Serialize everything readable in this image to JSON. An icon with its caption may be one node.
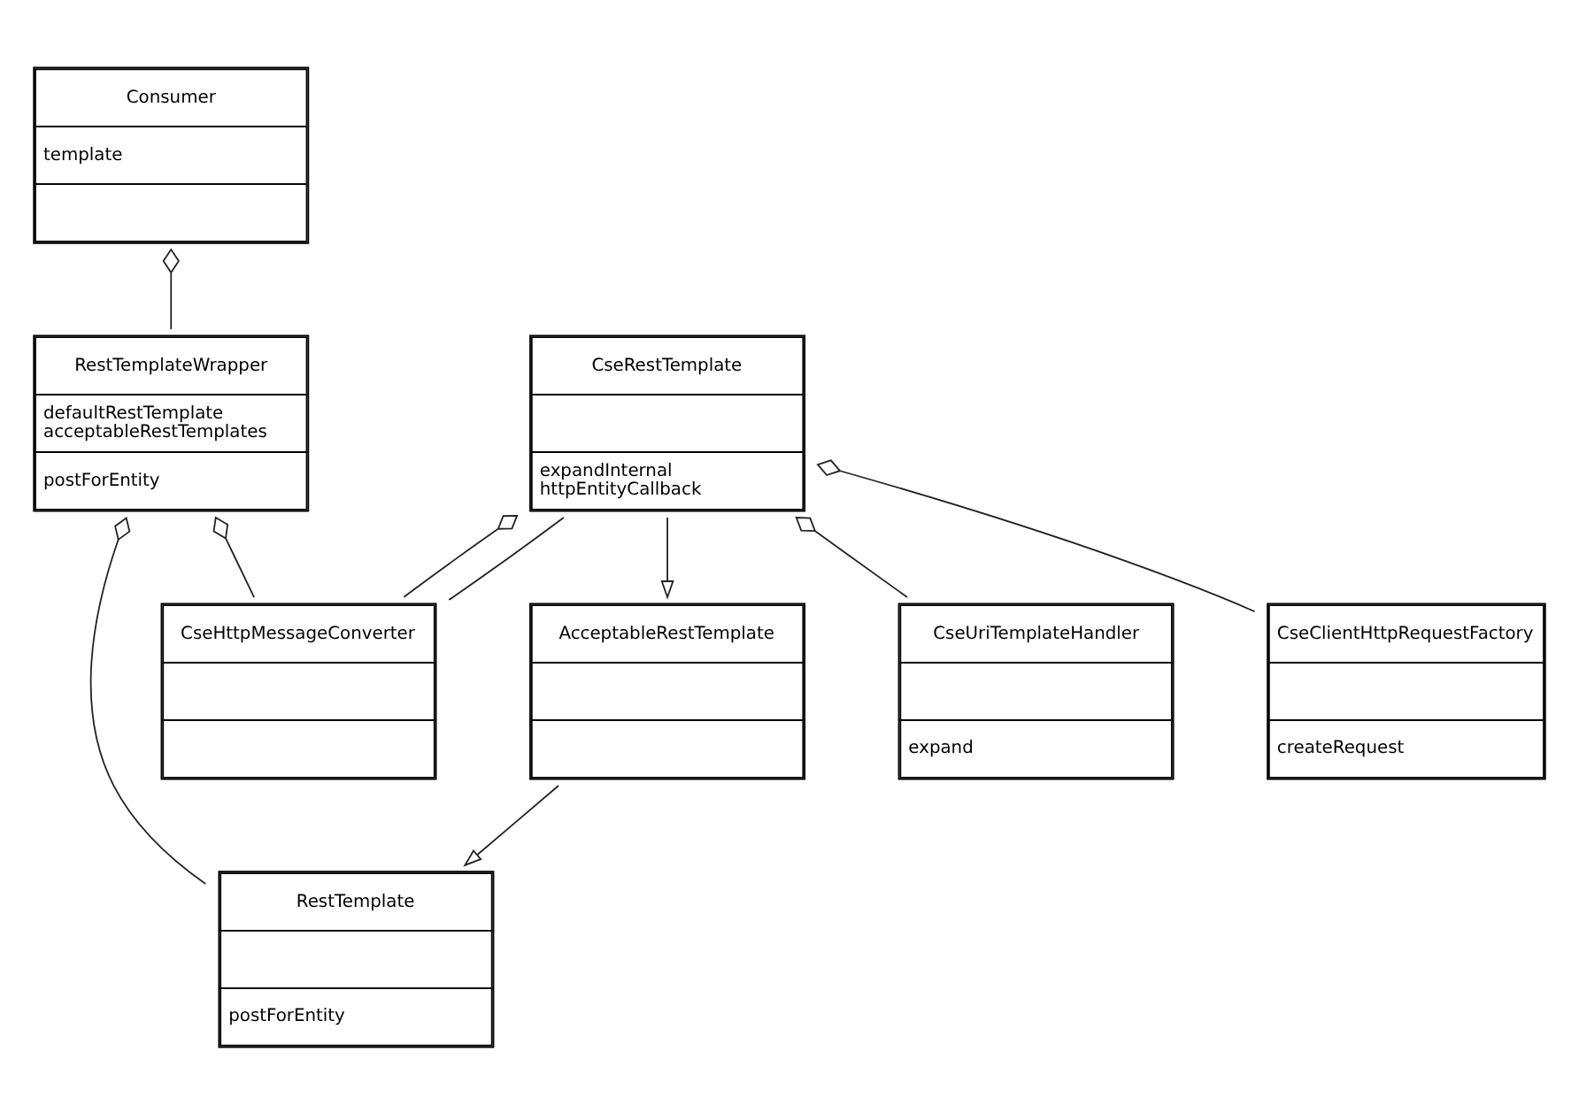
{
  "diagram": {
    "nodes": [
      {
        "text": [
          "Consumer",
          "template"
        ]
      },
      {
        "text": [
          "RestTemplateWrapper",
          "defaultRestTemplate",
          "acceptableRestTemplates",
          "postForEntity"
        ]
      },
      {
        "text": [
          "RestTemplate",
          "postForEntity"
        ]
      },
      {
        "text": [
          "AcceptableRestTemplate"
        ]
      },
      {
        "text": [
          "CseRestTemplate",
          "expandInternal",
          "httpEntityCallback"
        ]
      },
      {
        "text": [
          "CseUriTemplateHandler",
          "expand"
        ]
      },
      {
        "text": [
          "CseHttpMessageConverter"
        ]
      },
      {
        "text": [
          "CseClientHttpRequestFactory",
          "createRequest"
        ]
      }
    ],
    "edges": [
      {
        "from": 0,
        "to": 1,
        "arrow": "other"
      },
      {
        "from": 1,
        "to": 2,
        "arrow": "other"
      },
      {
        "from": 1,
        "to": 6,
        "arrow": "other"
      },
      {
        "from": 3,
        "to": 2,
        "arrow": "to"
      },
      {
        "from": 4,
        "to": 3,
        "arrow": "to"
      },
      {
        "from": 4,
        "to": 5,
        "arrow": "other"
      },
      {
        "from": 4,
        "to": 6,
        "arrow": "other"
      },
      {
        "from": 4,
        "to": 7,
        "arrow": "other"
      },
      {
        "from": 4,
        "to": 6,
        "arrow": "none"
      }
    ]
  }
}
